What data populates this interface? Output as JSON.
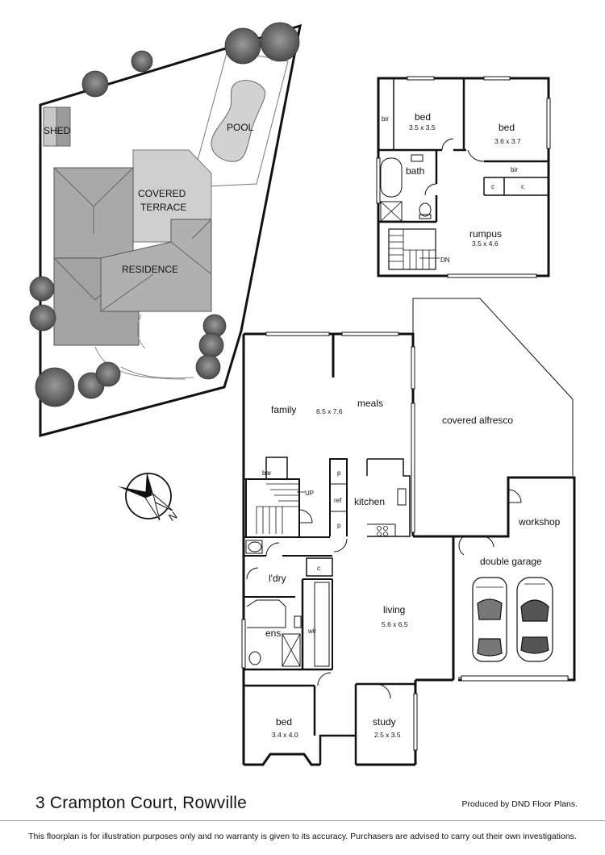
{
  "site": {
    "labels": {
      "shed": "SHED",
      "pool": "POOL",
      "covered_terrace_1": "COVERED",
      "covered_terrace_2": "TERRACE",
      "residence": "RESIDENCE"
    }
  },
  "upper_floor": {
    "bed1": {
      "name": "bed",
      "size": "3.5 x 3.5"
    },
    "bed2": {
      "name": "bed",
      "size": "3.6 x 3.7"
    },
    "bath": "bath",
    "rumpus": {
      "name": "rumpus",
      "size": "3.5 x 4.6"
    },
    "bir_left": "bir",
    "bir_right": "bir",
    "cupboard_a": "c",
    "cupboard_b": "c",
    "stair_down": "DN"
  },
  "ground_floor": {
    "family": "family",
    "meals": "meals",
    "family_meals_size": "6.5 x 7.6",
    "covered_alfresco": "covered alfresco",
    "bar": "bar",
    "stair_up": "UP",
    "kitchen": "kitchen",
    "pantry_top": "p",
    "pantry_bottom": "p",
    "ref": "ref",
    "workshop": "workshop",
    "double_garage": "double garage",
    "laundry": "l'dry",
    "laundry_cupboard": "c",
    "ensuite": "ens",
    "wir": "wir",
    "living": {
      "name": "living",
      "size": "5.6 x 6.5"
    },
    "bed": {
      "name": "bed",
      "size": "3.4 x 4.0"
    },
    "study": {
      "name": "study",
      "size": "2.5 x 3.5"
    }
  },
  "compass": {
    "north_label": "N"
  },
  "footer": {
    "address": "3 Crampton Court, Rowville",
    "producer": "Produced by DND Floor Plans.",
    "disclaimer": "This floorplan is for illustration purposes only and no warranty is given to its accuracy. Purchasers are advised to carry out their own investigations."
  }
}
